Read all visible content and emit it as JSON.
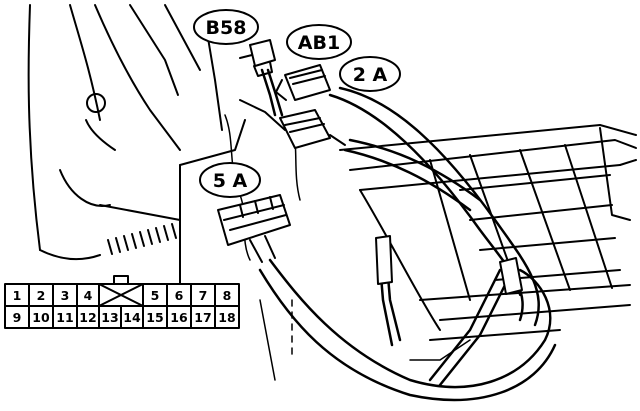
{
  "callouts": {
    "b58": "B58",
    "ab1": "AB1",
    "c2a": "2 A",
    "c5a": "5 A"
  },
  "connector_pins": {
    "top": [
      "1",
      "2",
      "3",
      "4",
      "5",
      "6",
      "7",
      "8"
    ],
    "bottom": [
      "9",
      "10",
      "11",
      "12",
      "13",
      "14",
      "15",
      "16",
      "17",
      "18"
    ]
  }
}
